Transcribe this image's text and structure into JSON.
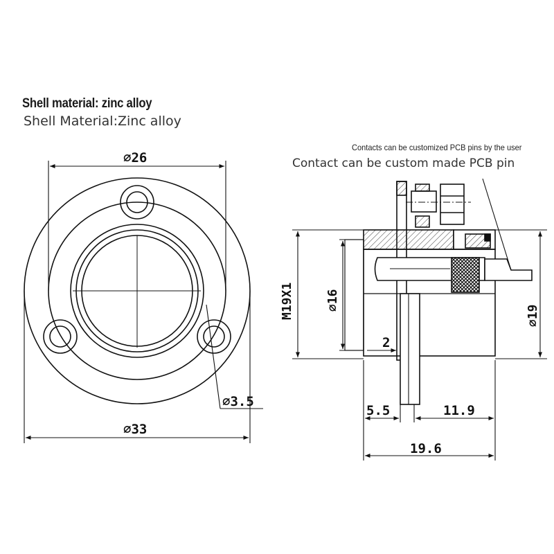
{
  "title": "Shell material: zinc alloy",
  "subtitle": "Shell Material:Zinc alloy",
  "contact_note": "Contacts can be customized PCB pins by the user",
  "contact_note_en": "Contact can be custom made PCB pin",
  "dimensions": {
    "flange_outer": "⌀33",
    "hole_circle": "⌀26",
    "mount_hole": "⌀3.5",
    "thread": "M19X1",
    "body_dia": "⌀16",
    "outer_dia": "⌀19",
    "gap": "2",
    "front_length": "5.5",
    "pin_length": "11.9",
    "total_length": "19.6"
  }
}
